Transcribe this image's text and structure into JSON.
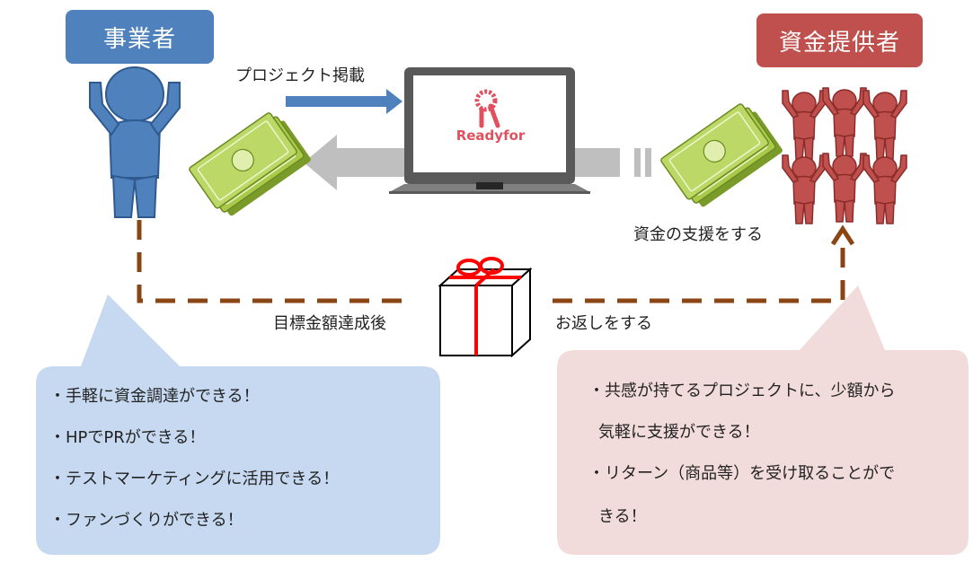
{
  "labels": {
    "business": "事業者",
    "funders": "資金提供者"
  },
  "flow": {
    "publish": "プロジェクト掲載",
    "support": "資金の支援をする",
    "after_goal": "目標金額達成後",
    "give_back": "お返しをする"
  },
  "platform": {
    "logo_text": "Readyfor"
  },
  "business_benefits": [
    "・手軽に資金調達ができる！",
    "・HPでPRができる！",
    "・テストマーケティングに活用できる！",
    "・ファンづくりができる！"
  ],
  "funder_benefits": [
    "・共感が持てるプロジェクトに、少額から",
    "気軽に支援ができる！",
    "・リターン（商品等）を受け取ることがで",
    "きる！"
  ],
  "colors": {
    "business_blue": "#4f81bd",
    "funder_red": "#c0504d",
    "bubble_blue": "#c6d9f1",
    "bubble_pink": "#f2dcdb",
    "dash_brown": "#8b4513",
    "arrow_gray": "#bfbfbf",
    "money_green": "#a9c94b"
  }
}
